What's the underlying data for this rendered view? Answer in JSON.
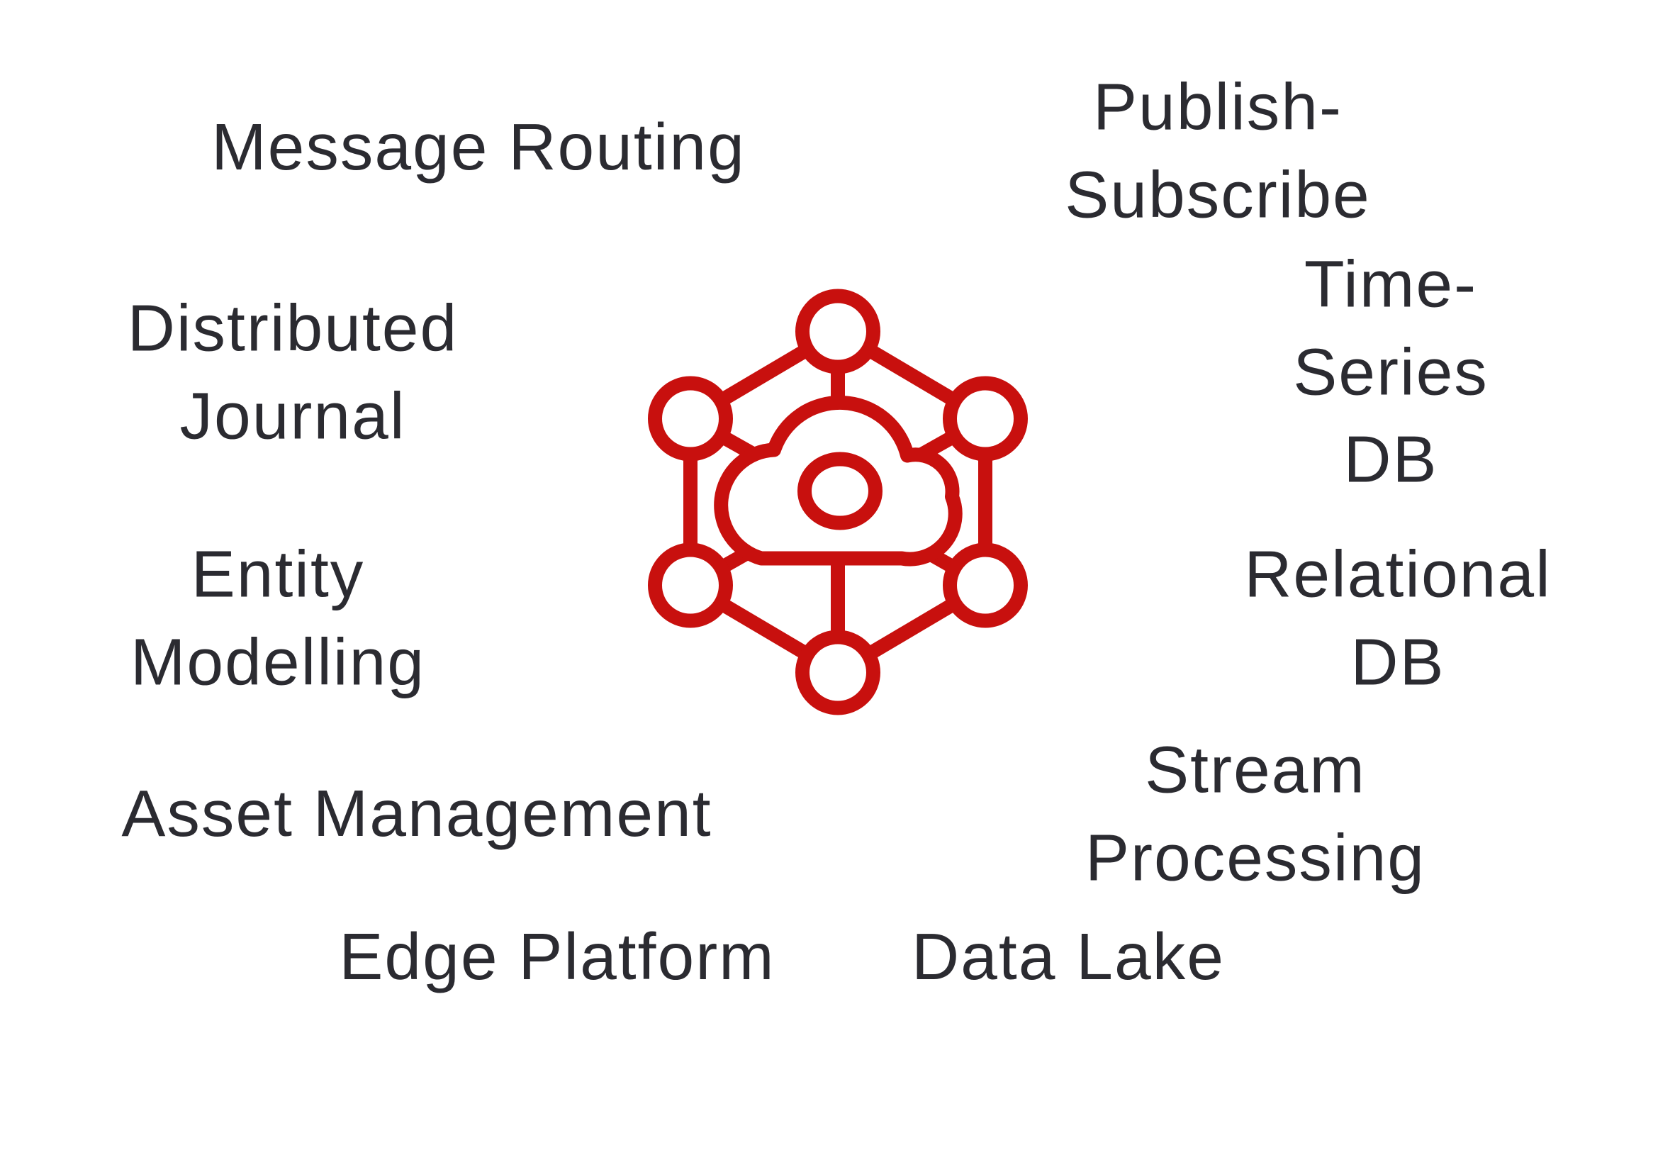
{
  "colors": {
    "background": "#ffffff",
    "text": "#2b2b31",
    "accent": "#c8100e"
  },
  "center_icon": "cloud-network-icon",
  "labels": [
    {
      "id": "message-routing",
      "text": "Message Routing"
    },
    {
      "id": "publish-subscribe",
      "text": "Publish-Subscribe"
    },
    {
      "id": "distributed-journal",
      "text": "Distributed\nJournal"
    },
    {
      "id": "time-series-db",
      "text": "Time-Series\nDB"
    },
    {
      "id": "entity-modelling",
      "text": "Entity\nModelling"
    },
    {
      "id": "relational-db",
      "text": "Relational\nDB"
    },
    {
      "id": "asset-management",
      "text": "Asset Management"
    },
    {
      "id": "stream-processing",
      "text": "Stream Processing"
    },
    {
      "id": "edge-platform",
      "text": "Edge Platform"
    },
    {
      "id": "data-lake",
      "text": "Data Lake"
    }
  ]
}
